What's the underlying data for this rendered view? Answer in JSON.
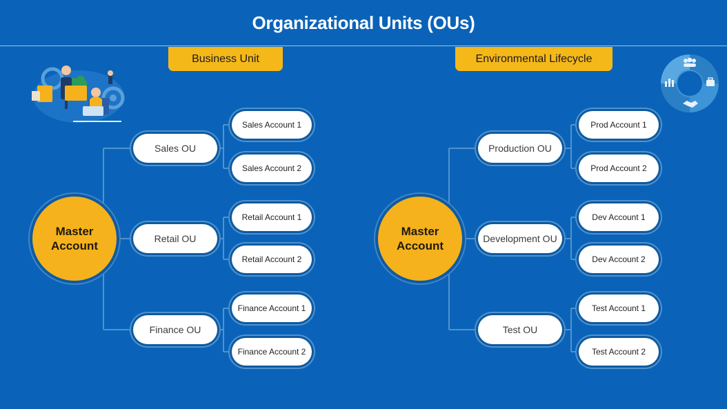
{
  "title": "Organizational Units (OUs)",
  "colors": {
    "background": "#0a63b8",
    "accent": "#f5b819",
    "node": "#ffffff",
    "connector": "#4f93d0"
  },
  "left_tree": {
    "tag": "Business Unit",
    "master": {
      "line1": "Master",
      "line2": "Account"
    },
    "ous": [
      {
        "label": "Sales  OU",
        "accounts": [
          "Sales Account 1",
          "Sales Account 2"
        ]
      },
      {
        "label": "Retail  OU",
        "accounts": [
          "Retail Account 1",
          "Retail Account 2"
        ]
      },
      {
        "label": "Finance OU",
        "accounts": [
          "Finance Account 1",
          "Finance Account 2"
        ]
      }
    ]
  },
  "right_tree": {
    "tag": "Environmental  Lifecycle",
    "master": {
      "line1": "Master",
      "line2": "Account"
    },
    "ous": [
      {
        "label": "Production  OU",
        "accounts": [
          "Prod Account 1",
          "Prod Account 2"
        ]
      },
      {
        "label": "Development  OU",
        "accounts": [
          "Dev Account 1",
          "Dev Account 2"
        ]
      },
      {
        "label": "Test  OU",
        "accounts": [
          "Test Account 1",
          "Test Account 2"
        ]
      }
    ]
  },
  "icons": {
    "left": "business-team-illustration-icon",
    "right": "teamwork-cycle-icon",
    "right_parts": [
      "team-icon",
      "briefcase-icon",
      "handshake-icon",
      "bar-chart-icon"
    ]
  }
}
